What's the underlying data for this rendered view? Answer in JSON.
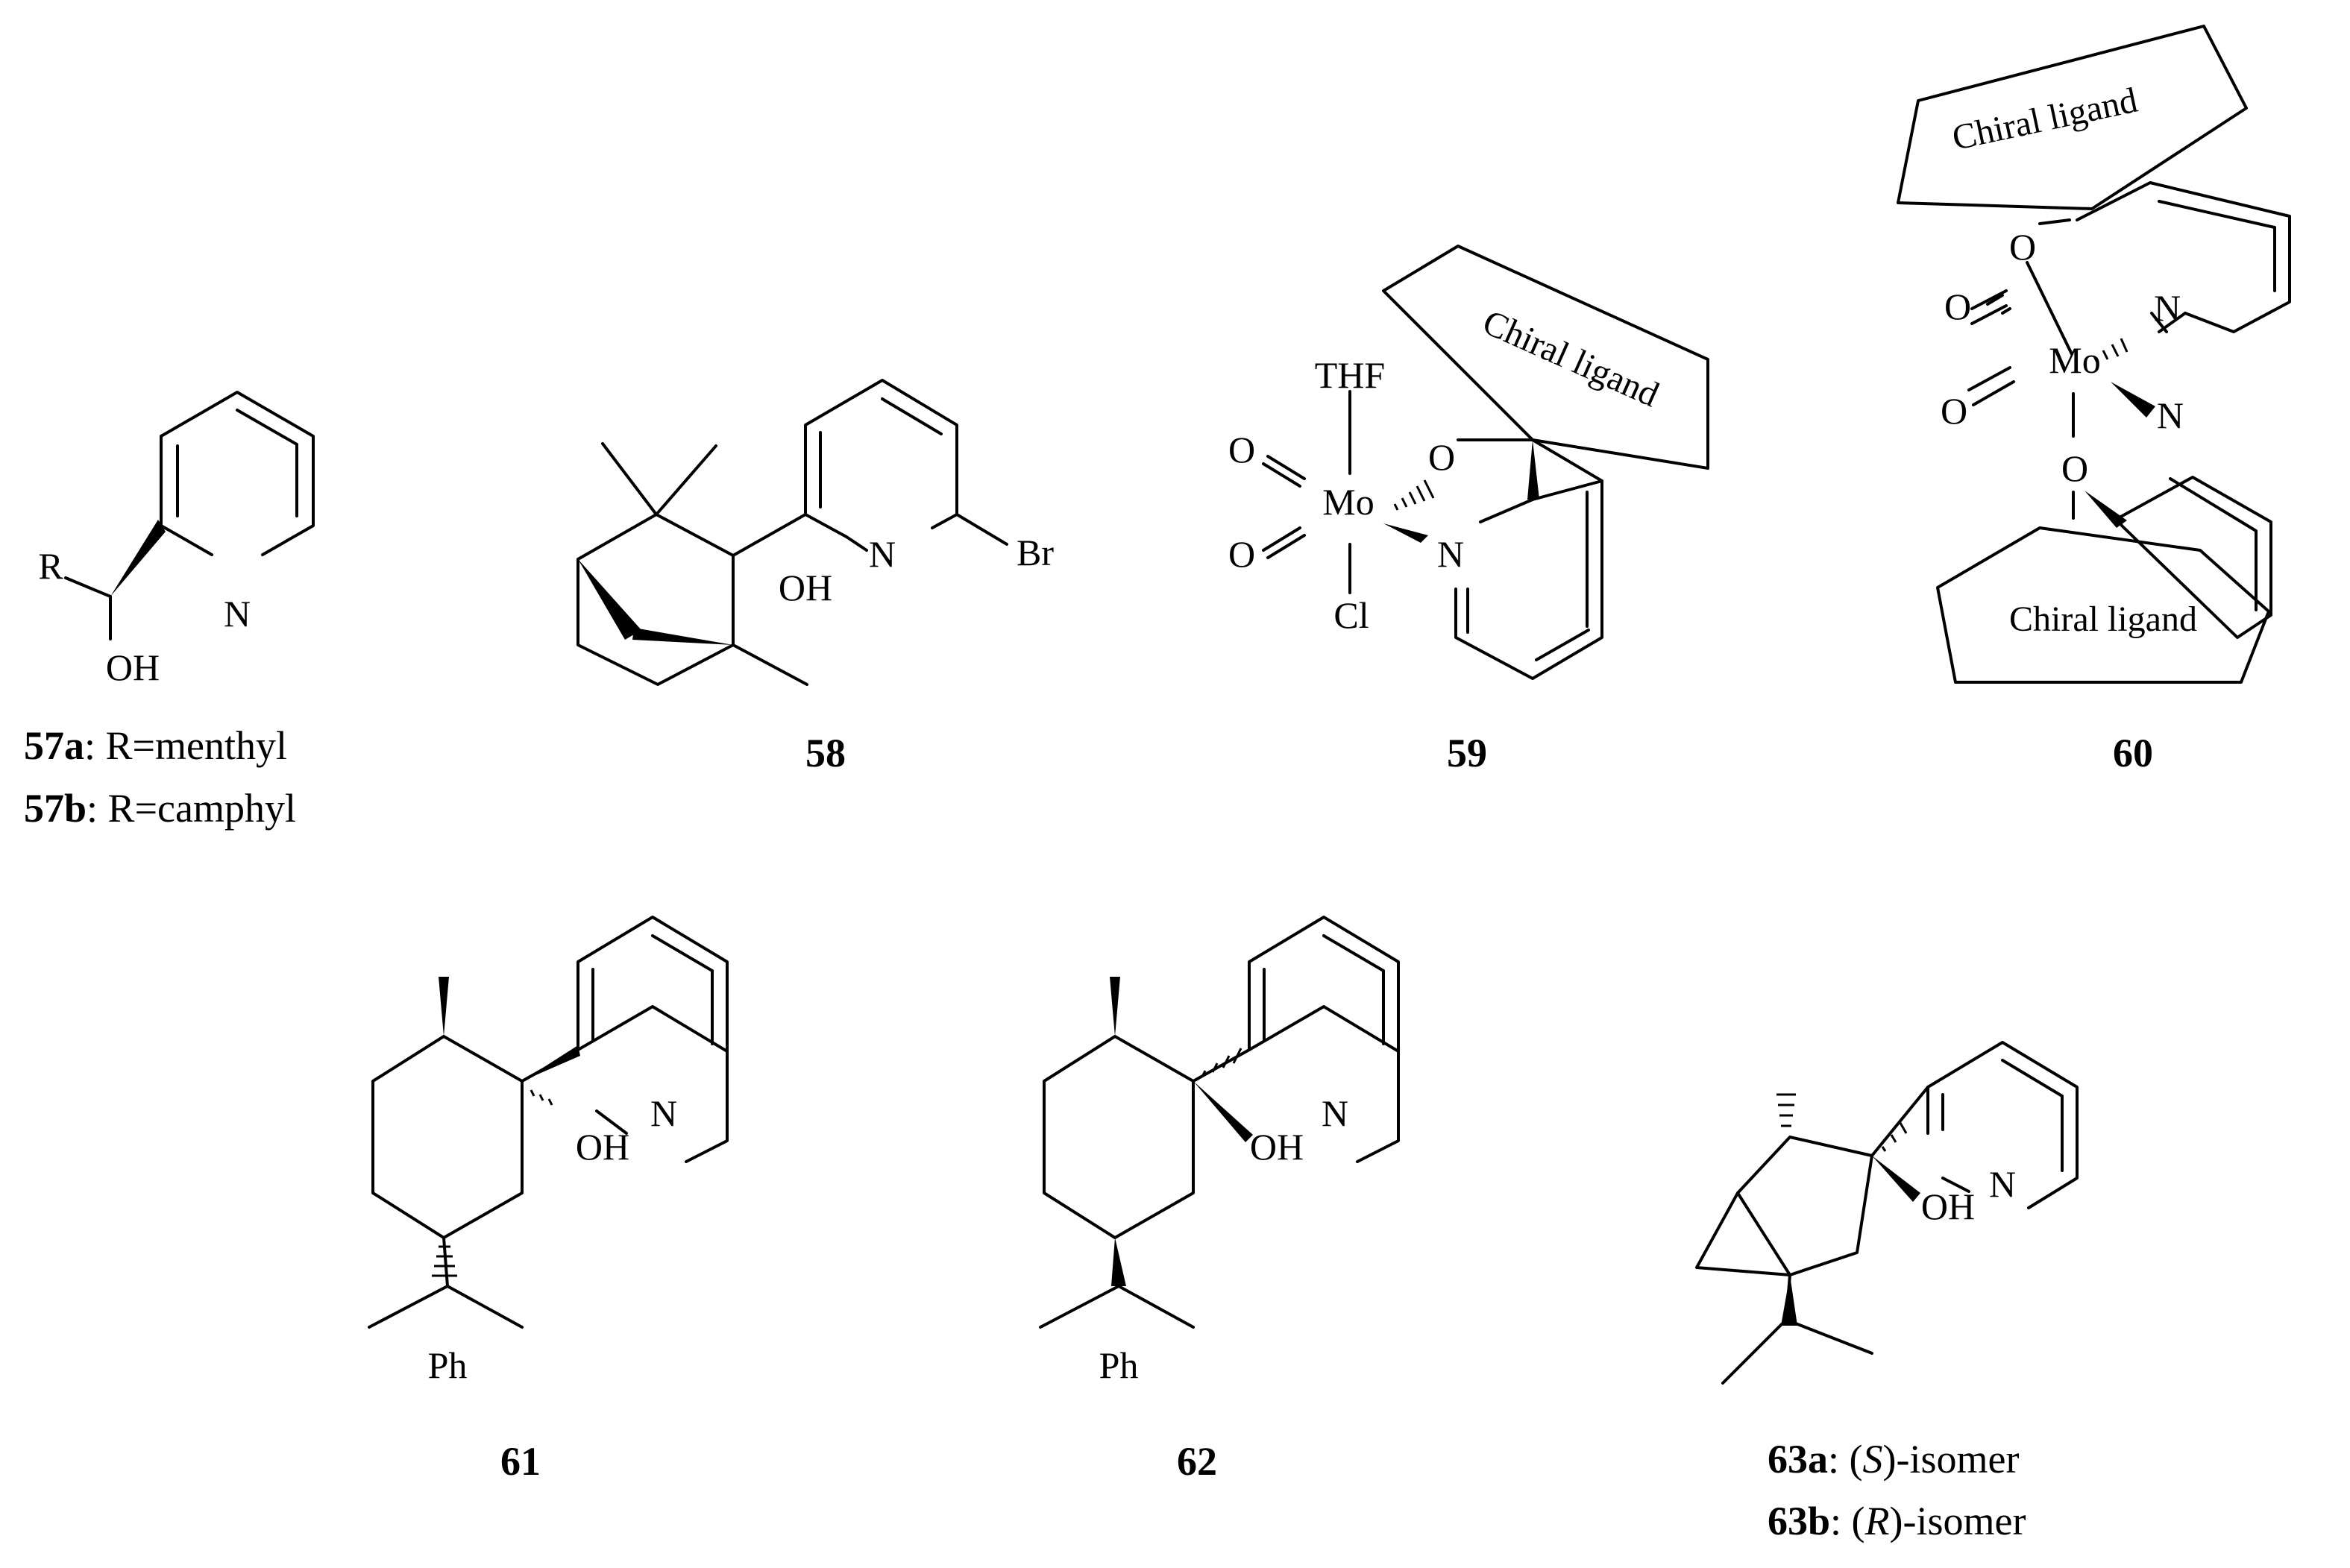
{
  "atoms": {
    "R": "R",
    "OH": "OH",
    "O": "O",
    "N": "N",
    "Br": "Br",
    "Mo": "Mo",
    "THF": "THF",
    "Cl": "Cl",
    "Ph": "Ph"
  },
  "ligand_label": "Chiral ligand",
  "compounds": {
    "c57": {
      "line1_bold": "57a",
      "line1_rest": ": R=menthyl",
      "line2_bold": "57b",
      "line2_rest": ": R=camphyl"
    },
    "c58": {
      "label": "58"
    },
    "c59": {
      "label": "59"
    },
    "c60": {
      "label": "60"
    },
    "c61": {
      "label": "61"
    },
    "c62": {
      "label": "62"
    },
    "c63": {
      "line1_bold": "63a",
      "line1_a": ": (",
      "line1_italic": "S",
      "line1_b": ")-isomer",
      "line2_bold": "63b",
      "line2_a": ": (",
      "line2_italic": "R",
      "line2_b": ")-isomer"
    }
  }
}
